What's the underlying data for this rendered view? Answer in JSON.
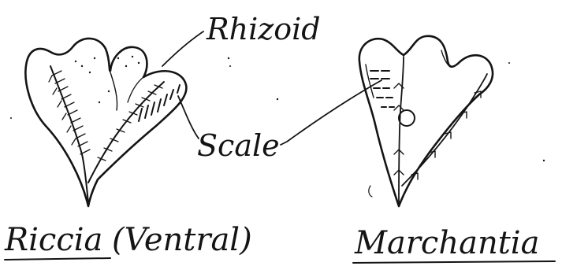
{
  "labels": {
    "rhizoid": "Rhizoid",
    "scale": "Scale",
    "riccia_name": "Riccia",
    "riccia_view": "(Ventral)",
    "marchantia_name": "Marchantia"
  },
  "colors": {
    "ink": "#141414",
    "paper": "#ffffff"
  }
}
